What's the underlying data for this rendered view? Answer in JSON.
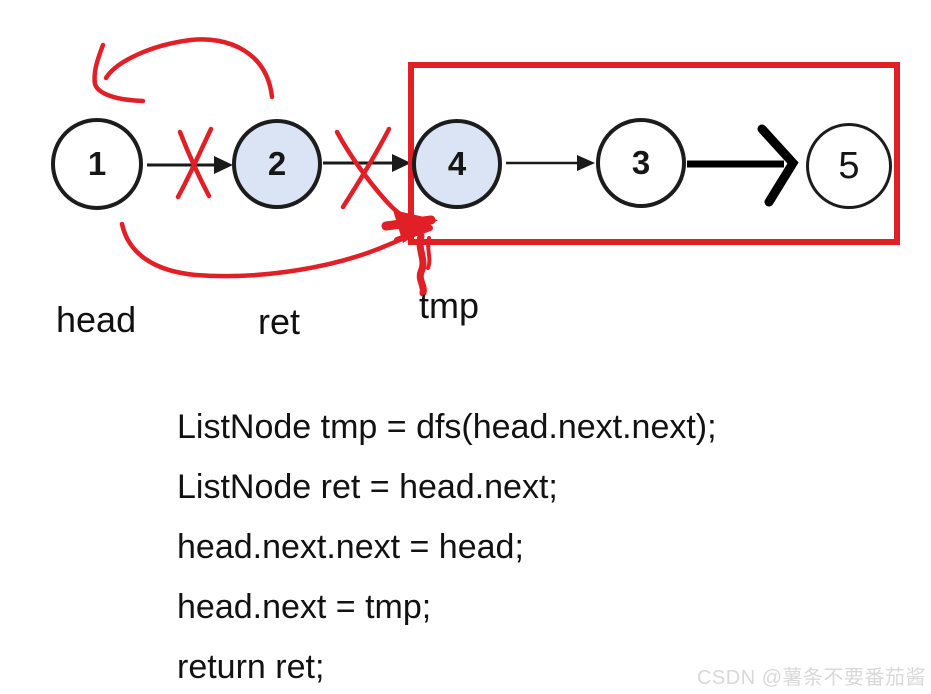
{
  "diagram": {
    "title_hint": "linked list swap-pairs recursion sketch",
    "nodes": [
      {
        "value": "1",
        "fill": "white"
      },
      {
        "value": "2",
        "fill": "lightblue"
      },
      {
        "value": "4",
        "fill": "lightblue"
      },
      {
        "value": "3",
        "fill": "white"
      },
      {
        "value": "5",
        "fill": "white"
      }
    ],
    "pointer_labels": {
      "head": "head",
      "ret": "ret",
      "tmp": "tmp"
    },
    "colors": {
      "annotation_red": "#e01f26",
      "node_highlight_fill": "#dbe4f4",
      "node_border": "#1c1c1c",
      "arrow_black": "#1a1a1a"
    }
  },
  "code": {
    "lines": [
      "ListNode tmp = dfs(head.next.next);",
      "ListNode ret = head.next;",
      "head.next.next = head;",
      "head.next = tmp;",
      "return ret;"
    ]
  },
  "watermark": {
    "text": "CSDN @薯条不要番茄酱"
  }
}
